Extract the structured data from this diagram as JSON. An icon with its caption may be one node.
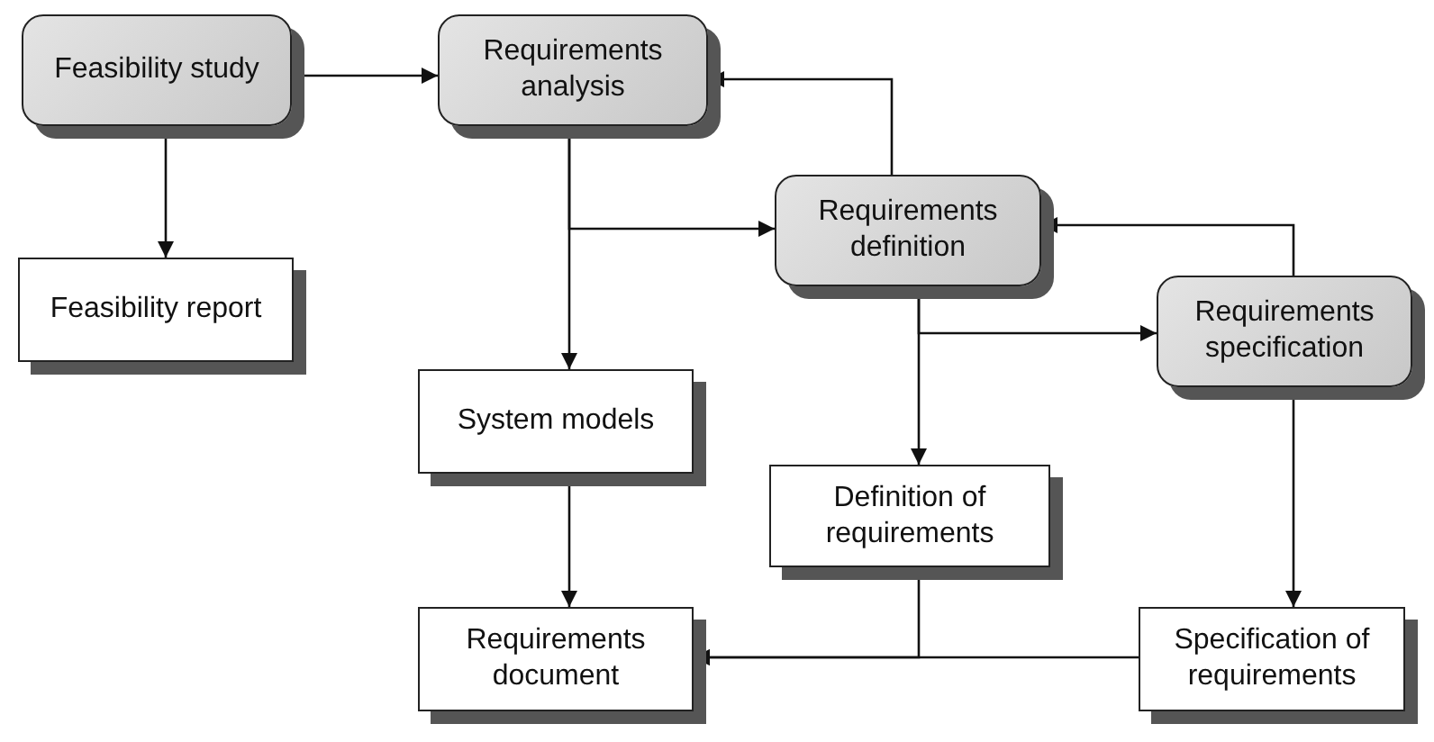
{
  "diagram": {
    "nodes": [
      {
        "text": [
          "Feasibility study"
        ]
      },
      {
        "text": [
          "Requirements analysis"
        ]
      },
      {
        "text": [
          "Feasibility report"
        ]
      },
      {
        "text": [
          "Requirements definition"
        ]
      },
      {
        "text": [
          "System models"
        ]
      },
      {
        "text": [
          "Requirements specification"
        ]
      },
      {
        "text": [
          "Definition of requirements"
        ]
      },
      {
        "text": [
          "Requirements document"
        ]
      },
      {
        "text": [
          "Specification of requirements"
        ]
      }
    ],
    "edges": [
      {
        "from": 0,
        "to": 1,
        "arrow": "to"
      },
      {
        "from": 0,
        "to": 2,
        "arrow": "to"
      },
      {
        "from": 1,
        "to": 4,
        "arrow": "to"
      },
      {
        "from": 1,
        "to": 3,
        "arrow": "to"
      },
      {
        "from": 3,
        "to": 1,
        "arrow": "to"
      },
      {
        "from": 3,
        "to": 6,
        "arrow": "to"
      },
      {
        "from": 3,
        "to": 5,
        "arrow": "to"
      },
      {
        "from": 5,
        "to": 3,
        "arrow": "to"
      },
      {
        "from": 5,
        "to": 8,
        "arrow": "to"
      },
      {
        "from": 4,
        "to": 7,
        "arrow": "to"
      },
      {
        "from": 6,
        "to": 7,
        "arrow": "to"
      },
      {
        "from": 8,
        "to": 7,
        "arrow": "to"
      }
    ]
  }
}
